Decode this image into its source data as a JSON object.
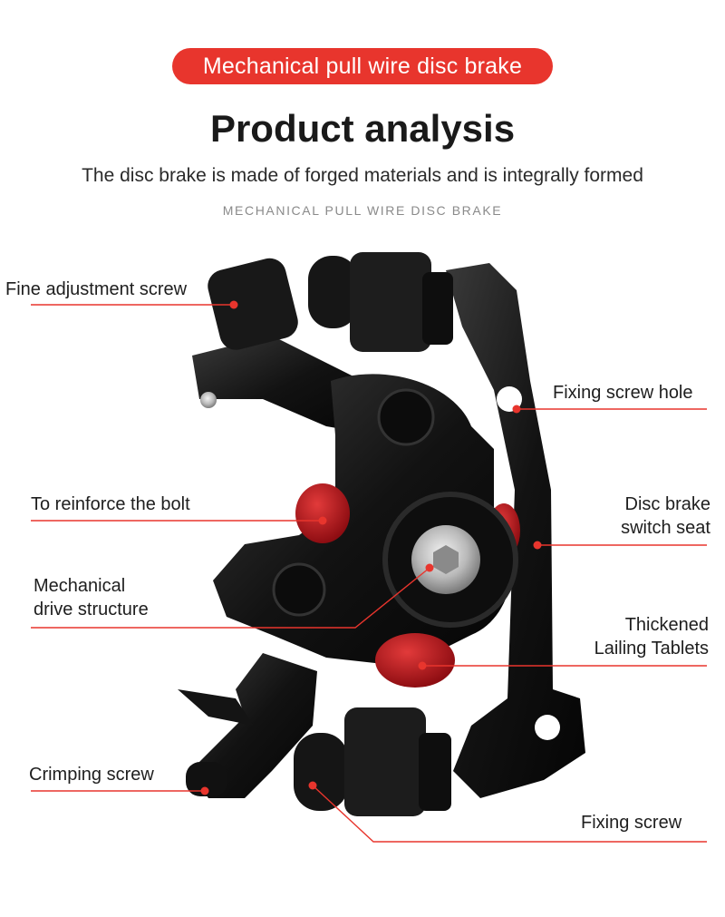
{
  "header": {
    "badge": "Mechanical pull wire disc brake",
    "title": "Product analysis",
    "subtitle": "The disc brake is made of forged materials and is integrally formed",
    "caption": "MECHANICAL PULL WIRE DISC BRAKE"
  },
  "callouts": {
    "fine_adjustment_screw": "Fine adjustment screw",
    "fixing_screw_hole": "Fixing screw hole",
    "reinforce_bolt": "To reinforce the bolt",
    "disc_brake_switch_seat_line1": "Disc brake",
    "disc_brake_switch_seat_line2": "switch seat",
    "mechanical_drive_line1": "Mechanical",
    "mechanical_drive_line2": "drive structure",
    "thickened_line1": "Thickened",
    "thickened_line2": "Lailing Tablets",
    "crimping_screw": "Crimping screw",
    "fixing_screw": "Fixing screw"
  },
  "colors": {
    "accent": "#e8352d",
    "caliper": "#141414",
    "red_part": "#c2141c",
    "silver": "#c9c9c9"
  }
}
